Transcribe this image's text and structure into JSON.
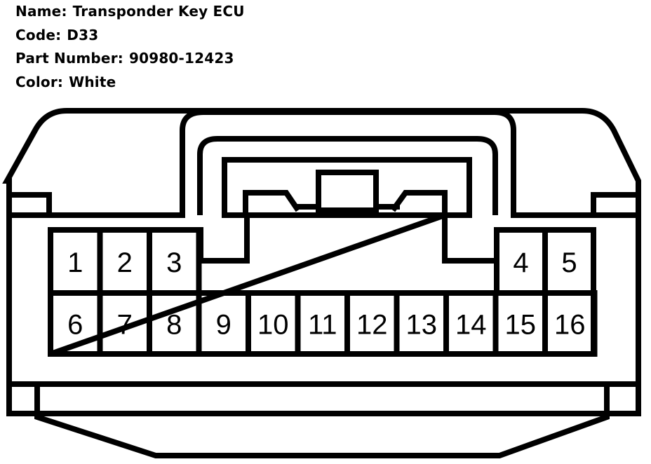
{
  "info": {
    "name_label": "Name:",
    "name_value": "Transponder Key ECU",
    "code_label": "Code:",
    "code_value": "D33",
    "part_label": "Part Number:",
    "part_value": "90980-12423",
    "color_label": "Color:",
    "color_value": "White"
  },
  "connector": {
    "top_row_pins": [
      "1",
      "2",
      "3",
      "4",
      "5"
    ],
    "bottom_row_pins": [
      "6",
      "7",
      "8",
      "9",
      "10",
      "11",
      "12",
      "13",
      "14",
      "15",
      "16"
    ]
  },
  "colors": {
    "line": "#000000",
    "background": "#ffffff"
  }
}
